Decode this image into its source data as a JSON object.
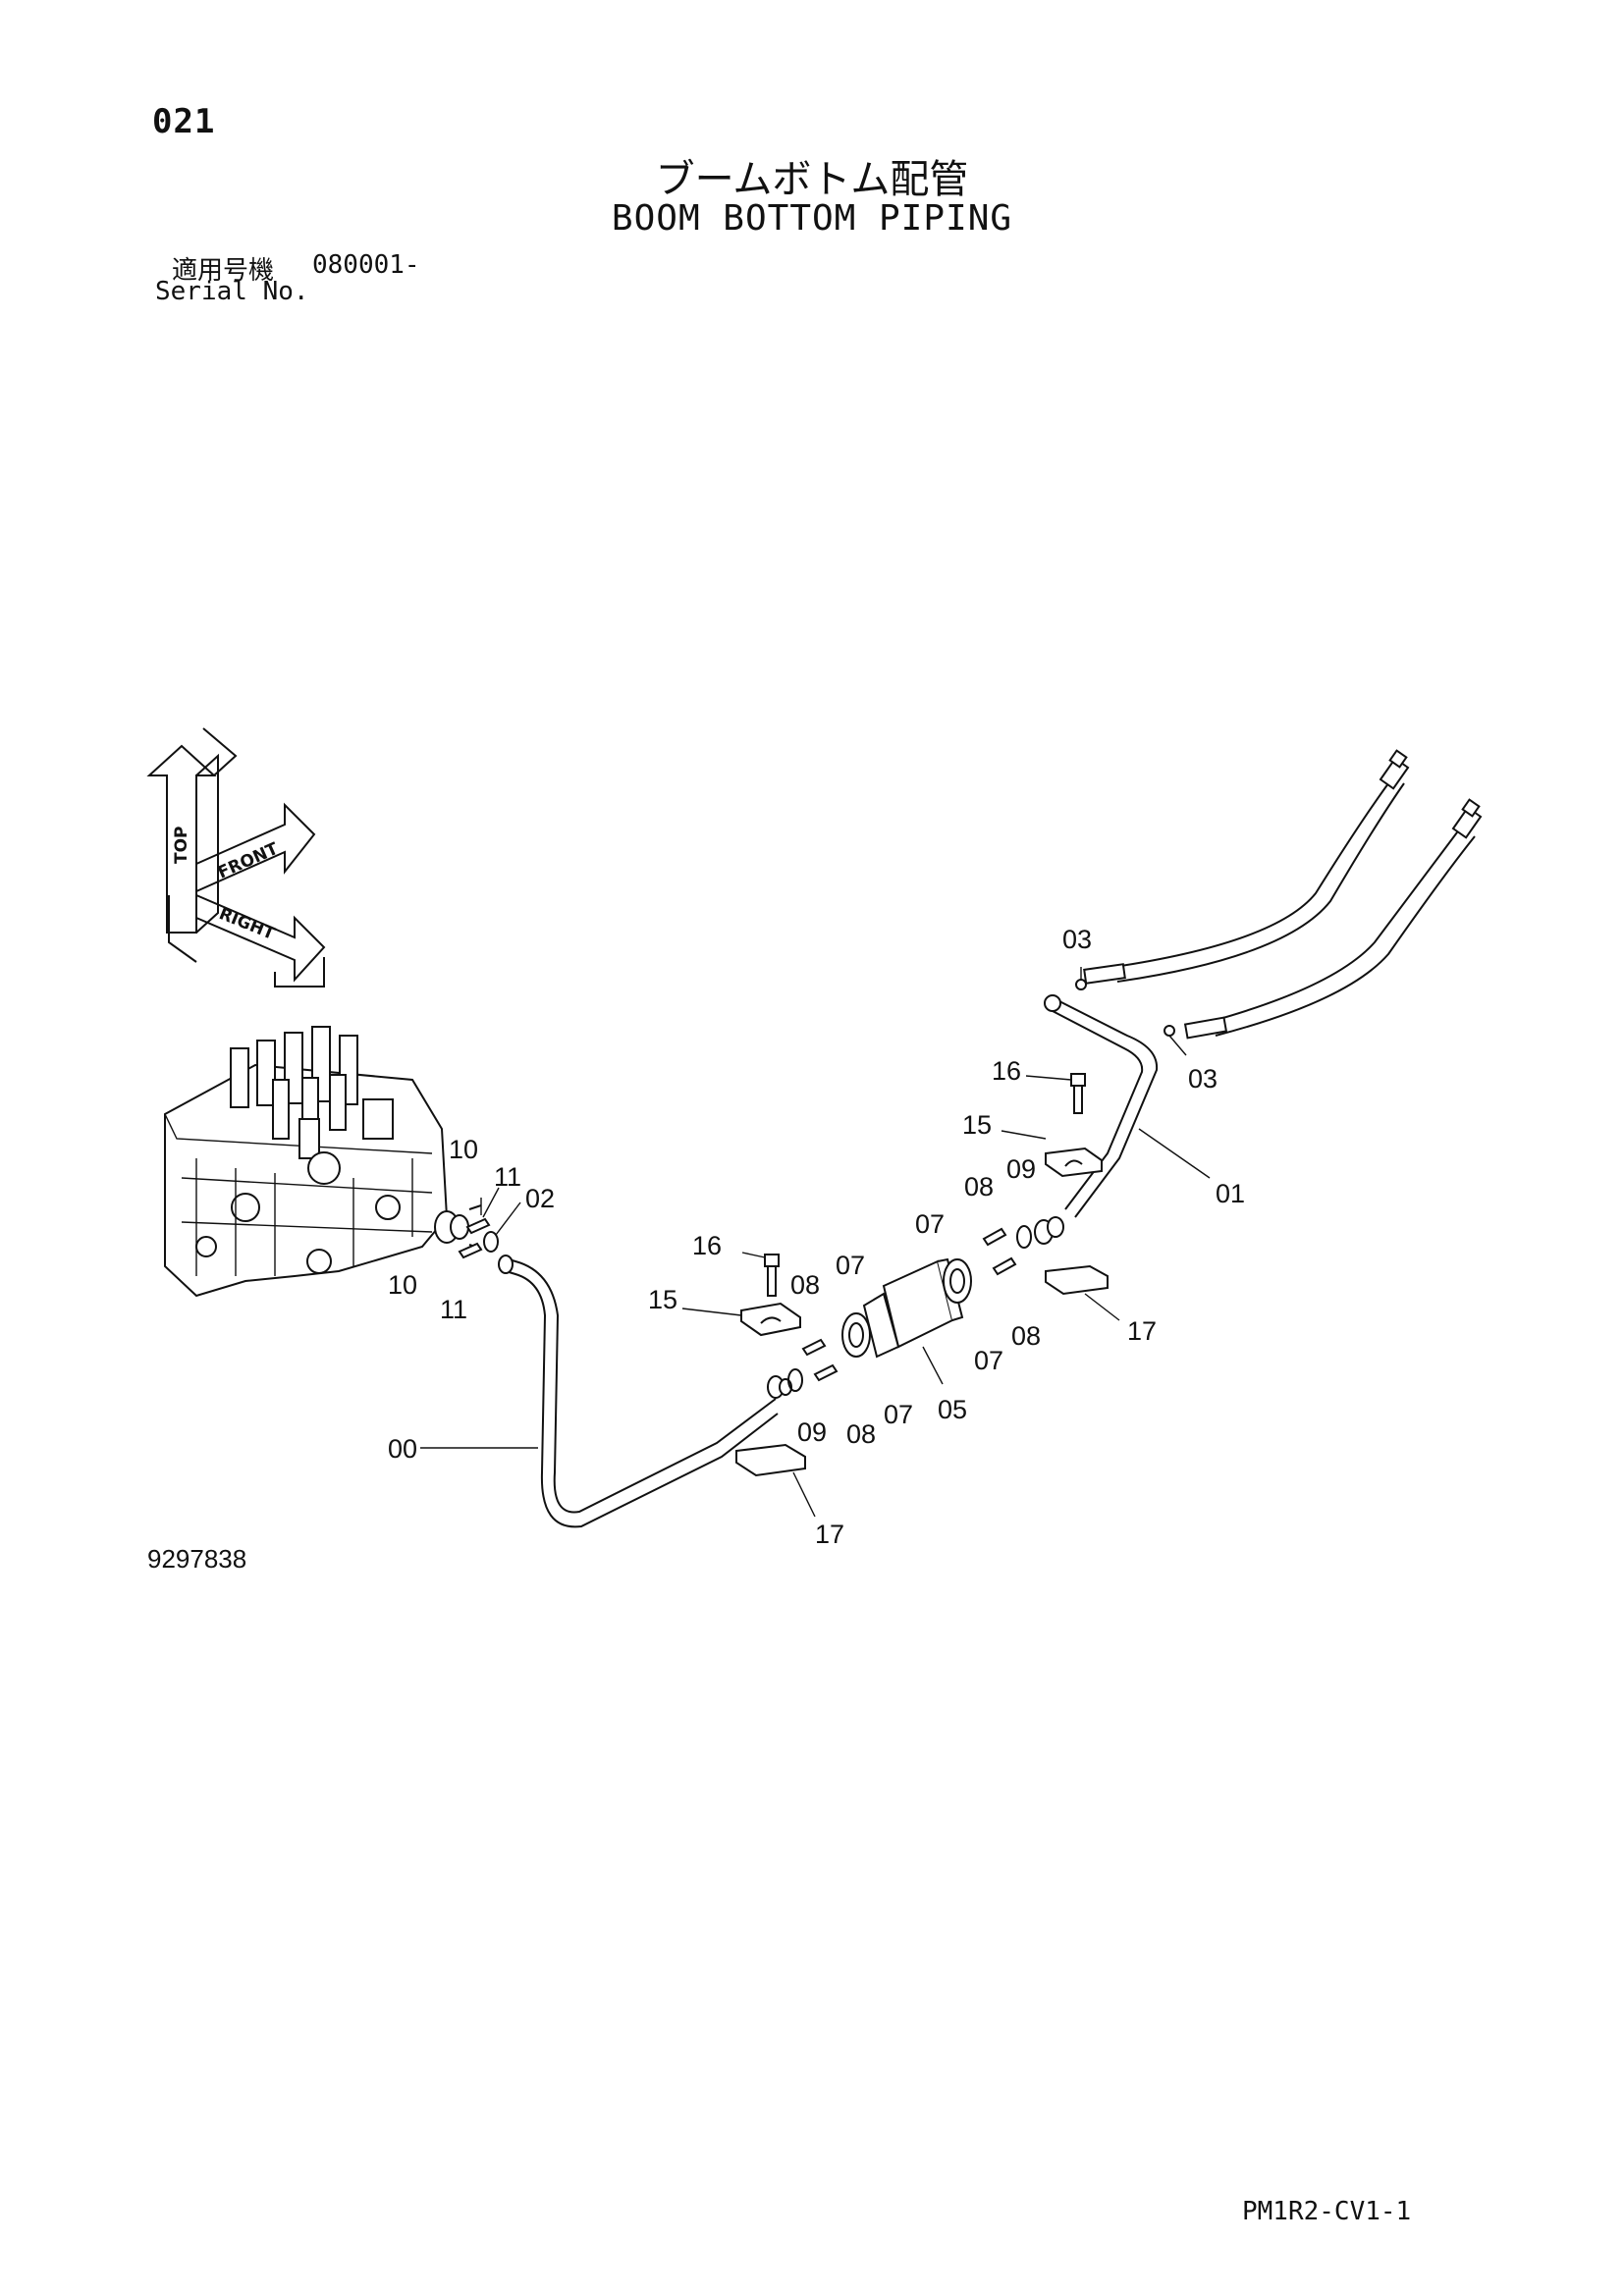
{
  "header": {
    "page_number": "021",
    "title_jp": "ブームボトム配管",
    "title_en": "BOOM BOTTOM PIPING",
    "serial_label_jp": "適用号機",
    "serial_range": "080001-",
    "serial_label_en": "Serial No."
  },
  "orientation": {
    "top": "TOP",
    "front": "FRONT",
    "right": "RIGHT"
  },
  "callouts": {
    "c00": "00",
    "c01": "01",
    "c02": "02",
    "c03a": "03",
    "c03b": "03",
    "c05": "05",
    "c07a": "07",
    "c07b": "07",
    "c07c": "07",
    "c07d": "07",
    "c08a": "08",
    "c08b": "08",
    "c08c": "08",
    "c08d": "08",
    "c09a": "09",
    "c09b": "09",
    "c10a": "10",
    "c10b": "10",
    "c11a": "11",
    "c11b": "11",
    "c15a": "15",
    "c15b": "15",
    "c16a": "16",
    "c16b": "16",
    "c17a": "17",
    "c17b": "17"
  },
  "footer": {
    "figure_number": "9297838",
    "page_code": "PM1R2-CV1-1"
  }
}
